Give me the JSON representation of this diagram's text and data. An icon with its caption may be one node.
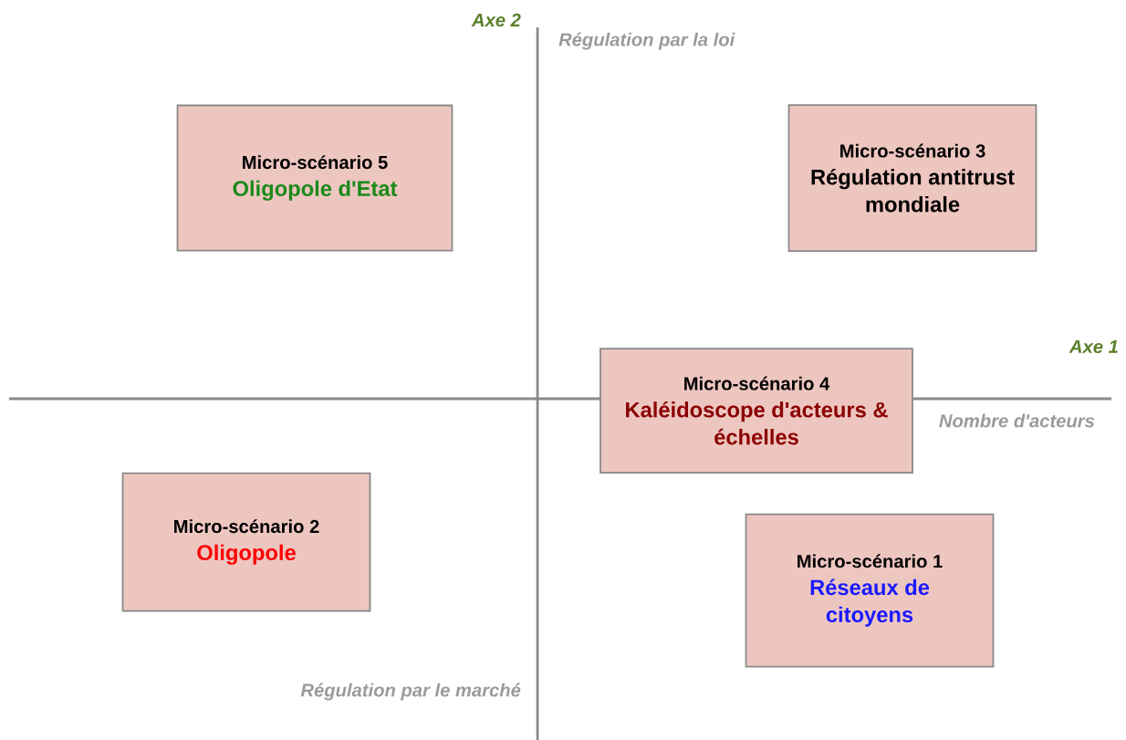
{
  "diagram": {
    "nodes": [
      {
        "text": [
          "Micro-scénario 5",
          "Oligopole d'Etat"
        ]
      },
      {
        "text": [
          "Micro-scénario 3",
          "Régulation antitrust mondiale"
        ]
      },
      {
        "text": [
          "Micro-scénario 4",
          "Kaléidoscope d'acteurs & échelles"
        ]
      },
      {
        "text": [
          "Micro-scénario 2",
          "Oligopole"
        ]
      },
      {
        "text": [
          "Micro-scénario 1",
          "Réseaux de citoyens"
        ]
      }
    ],
    "labels": [
      "Axe 2",
      "Régulation par la loi",
      "Axe 1",
      "Nombre d'acteurs",
      "Régulation par le marché"
    ]
  }
}
